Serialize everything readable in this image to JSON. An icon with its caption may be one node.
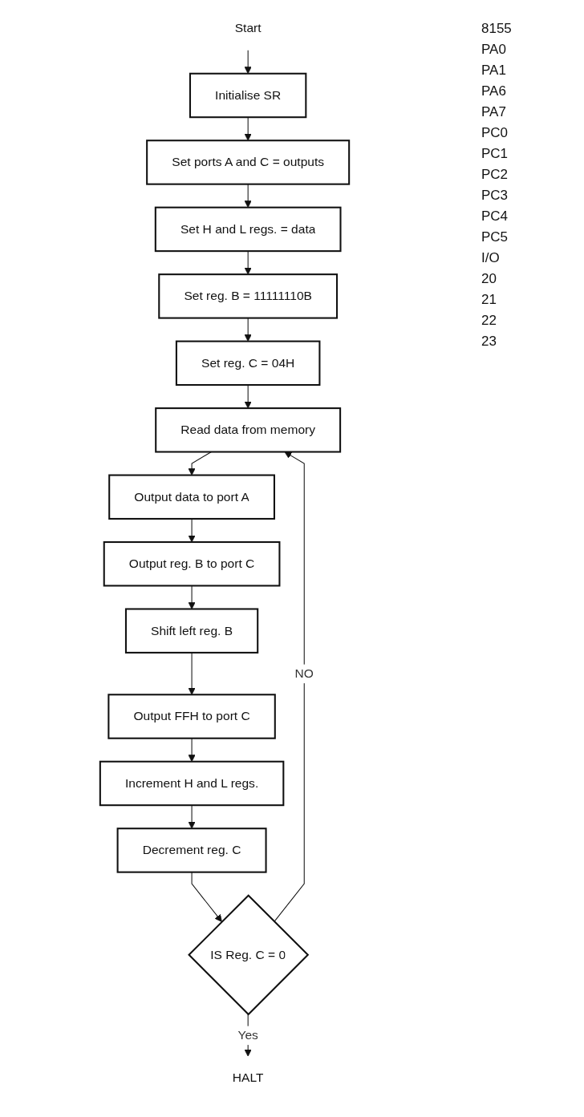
{
  "diagram": {
    "nodes": [
      {
        "text": [
          "Start"
        ]
      },
      {
        "text": [
          "Initialise SR"
        ]
      },
      {
        "text": [
          "Set ports A and C = outputs"
        ]
      },
      {
        "text": [
          "Set H and L regs. = data"
        ]
      },
      {
        "text": [
          "Set reg. B = 11111110B"
        ]
      },
      {
        "text": [
          "Set reg. C = 04H"
        ]
      },
      {
        "text": [
          "Read data from memory"
        ]
      },
      {
        "text": [
          "Output data to port A"
        ]
      },
      {
        "text": [
          "Output reg. B to port C"
        ]
      },
      {
        "text": [
          "Shift left reg. B"
        ]
      },
      {
        "text": [
          "Output FFH to port C"
        ]
      },
      {
        "text": [
          "Increment H and L regs."
        ]
      },
      {
        "text": [
          "Decrement reg. C"
        ]
      },
      {
        "text": [
          "IS Reg. C = 0"
        ]
      },
      {
        "text": [
          "HALT"
        ]
      }
    ],
    "edges": [
      {
        "from": 0,
        "to": 1,
        "arrow": "to"
      },
      {
        "from": 1,
        "to": 2,
        "arrow": "to"
      },
      {
        "from": 2,
        "to": 3,
        "arrow": "to"
      },
      {
        "from": 3,
        "to": 4,
        "arrow": "to"
      },
      {
        "from": 4,
        "to": 5,
        "arrow": "to"
      },
      {
        "from": 5,
        "to": 6,
        "arrow": "to"
      },
      {
        "from": 6,
        "to": 7,
        "arrow": "to"
      },
      {
        "from": 7,
        "to": 8,
        "arrow": "to"
      },
      {
        "from": 8,
        "to": 9,
        "arrow": "to"
      },
      {
        "from": 9,
        "to": 10,
        "arrow": "to"
      },
      {
        "from": 10,
        "to": 11,
        "arrow": "to"
      },
      {
        "from": 11,
        "to": 12,
        "arrow": "to"
      },
      {
        "from": 12,
        "to": 13,
        "arrow": "to"
      },
      {
        "from": 13,
        "to": 6,
        "label": "NO",
        "arrow": "to"
      },
      {
        "from": 13,
        "to": 14,
        "label": "Yes",
        "arrow": "to"
      }
    ],
    "labels": [
      "8155",
      "PA0",
      "PA1",
      "PA6",
      "PA7",
      "PC0",
      "PC1",
      "PC2",
      "PC3",
      "PC4",
      "PC5",
      "I/O",
      "20",
      "21",
      "22",
      "23"
    ]
  }
}
